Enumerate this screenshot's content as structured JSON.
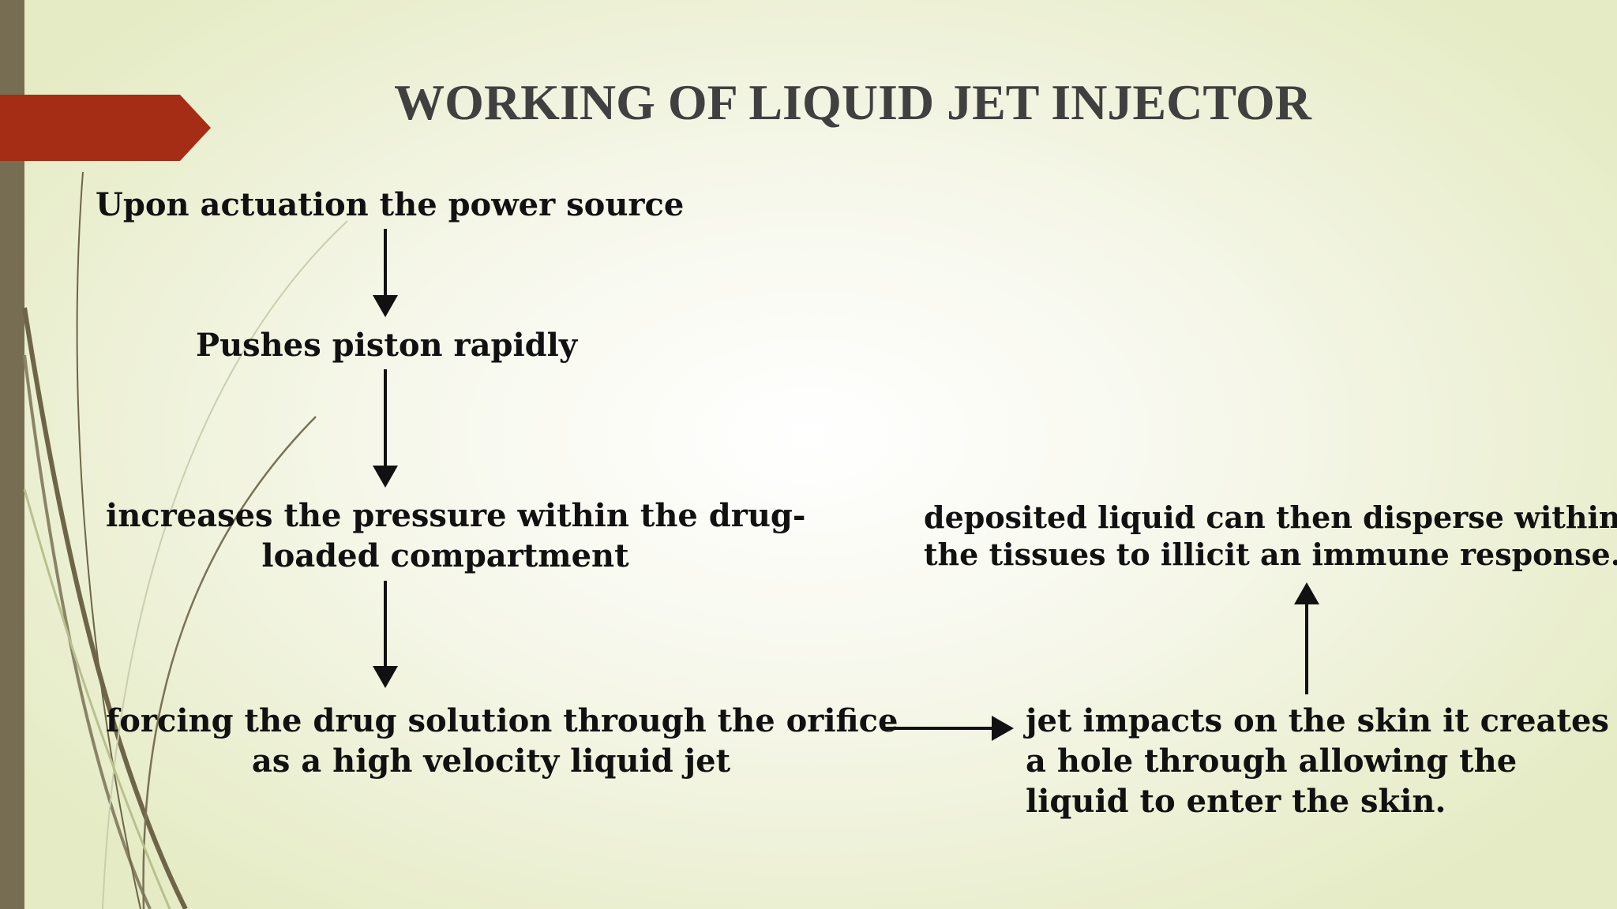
{
  "slide": {
    "title": "WORKING OF LIQUID JET INJECTOR",
    "accent_color": "#a52d16",
    "bar_color": "#776d52"
  },
  "flow": {
    "step1": "Upon actuation the power source",
    "step2": "Pushes piston rapidly",
    "step3_line1": "increases the pressure within the drug-",
    "step3_line2": "loaded compartment",
    "step4_line1": "forcing the drug solution through the orifice",
    "step4_line2": "as a high velocity liquid jet",
    "step5_line1": "jet impacts on the skin it creates",
    "step5_line2": "a hole through allowing the",
    "step5_line3": "liquid to enter the skin.",
    "step6_line1": "deposited liquid can then disperse within",
    "step6_line2": "the tissues to illicit an immune response."
  }
}
